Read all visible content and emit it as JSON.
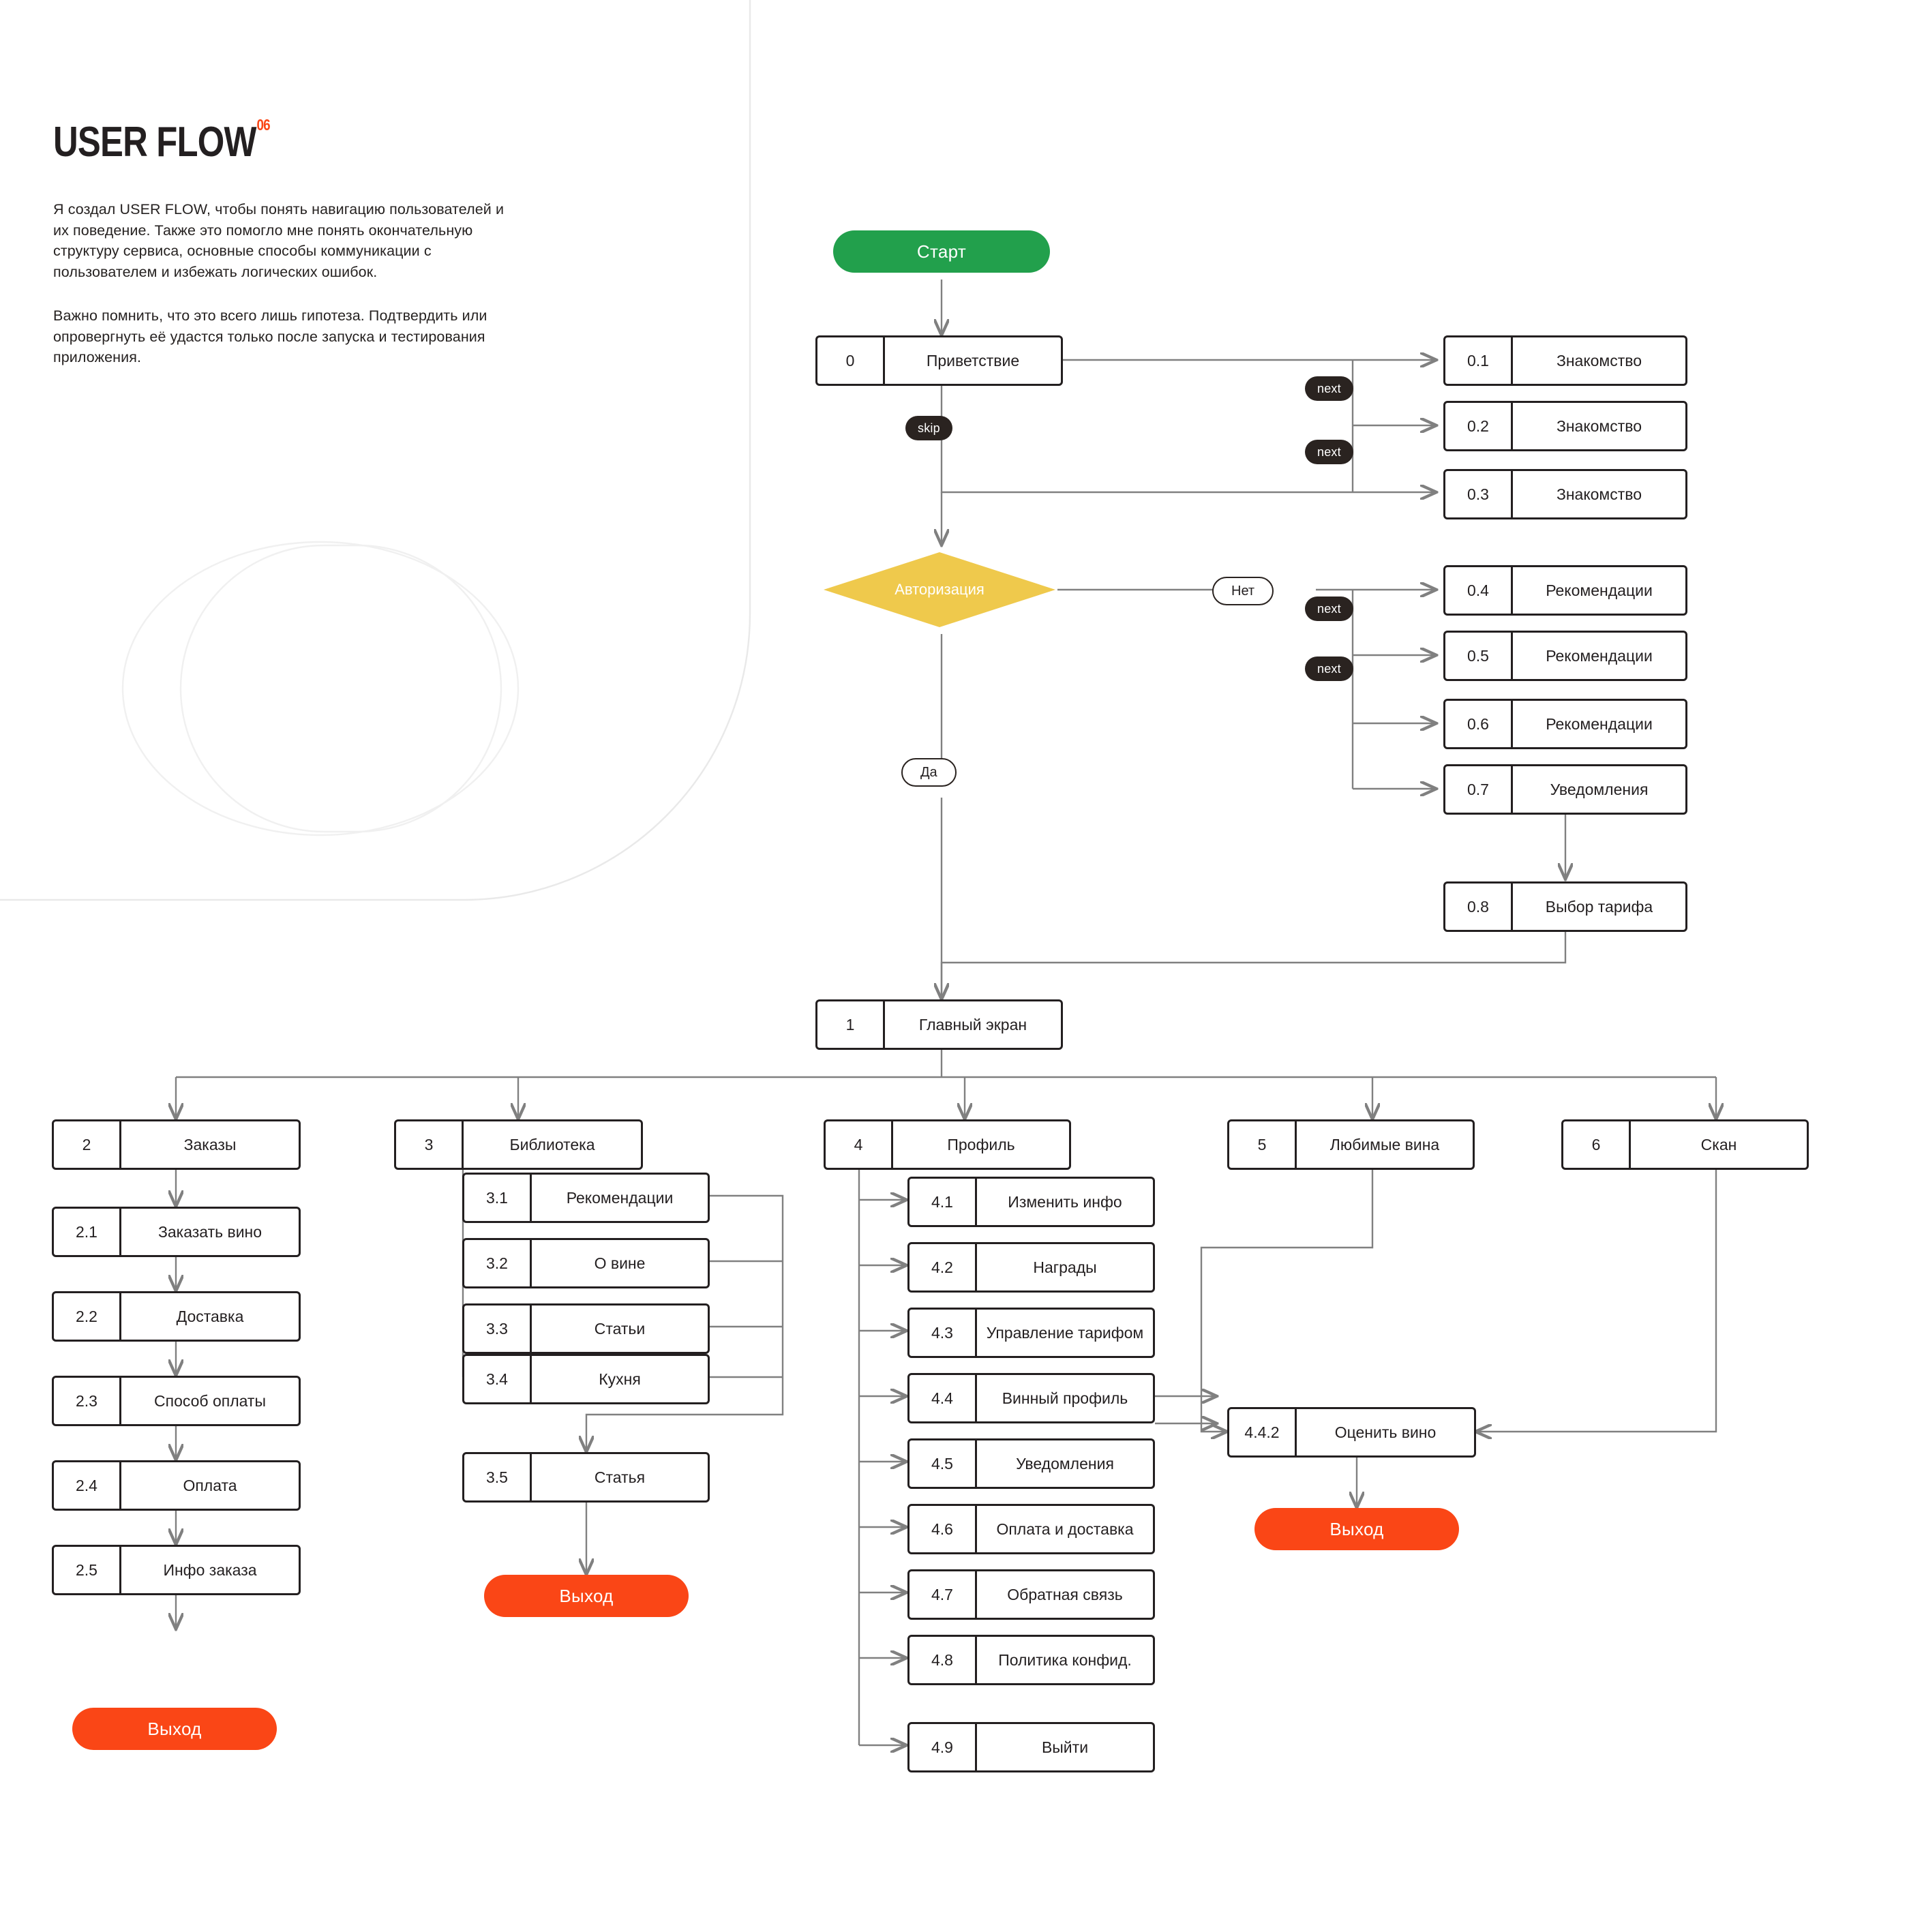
{
  "page": {
    "title": "USER FLOW",
    "title_sup": "06",
    "paragraphs": [
      "Я создал USER FLOW, чтобы понять навигацию пользователей и их поведение. Также это помогло мне понять окончательную структуру сервиса, основные способы коммуникации с пользователем и избежать логических ошибок.",
      "Важно помнить, что это всего лишь гипотеза. Подтвердить или опровергнуть её удастся только после запуска и тестирования приложения."
    ]
  },
  "colors": {
    "start_green": "#22a04c",
    "exit_orange": "#fa4616",
    "decision_yellow": "#efc94c",
    "badge_dark": "#2a2320",
    "ink": "#231f20",
    "connector": "#808080",
    "accent": "#fa4616"
  },
  "terminators": {
    "start": "Старт",
    "exit": "Выход"
  },
  "badges": {
    "skip": "skip",
    "next": "next"
  },
  "conditions": {
    "yes": "Да",
    "no": "Нет"
  },
  "decision": {
    "id": "",
    "label": "Авторизация"
  },
  "nodes": {
    "greeting": {
      "id": "0",
      "label": "Приветствие"
    },
    "onb1": {
      "id": "0.1",
      "label": "Знакомство"
    },
    "onb2": {
      "id": "0.2",
      "label": "Знакомство"
    },
    "onb3": {
      "id": "0.3",
      "label": "Знакомство"
    },
    "rec1": {
      "id": "0.4",
      "label": "Рекомендации"
    },
    "rec2": {
      "id": "0.5",
      "label": "Рекомендации"
    },
    "rec3": {
      "id": "0.6",
      "label": "Рекомендации"
    },
    "notif": {
      "id": "0.7",
      "label": "Уведомления"
    },
    "tariff": {
      "id": "0.8",
      "label": "Выбор тарифа"
    },
    "main": {
      "id": "1",
      "label": "Главный экран"
    },
    "orders": {
      "id": "2",
      "label": "Заказы"
    },
    "o1": {
      "id": "2.1",
      "label": "Заказать вино"
    },
    "o2": {
      "id": "2.2",
      "label": "Доставка"
    },
    "o3": {
      "id": "2.3",
      "label": "Способ оплаты"
    },
    "o4": {
      "id": "2.4",
      "label": "Оплата"
    },
    "o5": {
      "id": "2.5",
      "label": "Инфо заказа"
    },
    "library": {
      "id": "3",
      "label": "Библиотека"
    },
    "l1": {
      "id": "3.1",
      "label": "Рекомендации"
    },
    "l2": {
      "id": "3.2",
      "label": "О вине"
    },
    "l3": {
      "id": "3.3",
      "label": "Статьи"
    },
    "l4": {
      "id": "3.4",
      "label": "Кухня"
    },
    "l5": {
      "id": "3.5",
      "label": "Статья"
    },
    "profile": {
      "id": "4",
      "label": "Профиль"
    },
    "p1": {
      "id": "4.1",
      "label": "Изменить инфо"
    },
    "p2": {
      "id": "4.2",
      "label": "Награды"
    },
    "p3": {
      "id": "4.3",
      "label": "Управление тарифом"
    },
    "p4": {
      "id": "4.4",
      "label": "Винный профиль"
    },
    "p5": {
      "id": "4.5",
      "label": "Уведомления"
    },
    "p6": {
      "id": "4.6",
      "label": "Оплата и доставка"
    },
    "p7": {
      "id": "4.7",
      "label": "Обратная связь"
    },
    "p8": {
      "id": "4.8",
      "label": "Политика конфид."
    },
    "p9": {
      "id": "4.9",
      "label": "Выйти"
    },
    "favorites": {
      "id": "5",
      "label": "Любимые вина"
    },
    "scan": {
      "id": "6",
      "label": "Скан"
    },
    "rate": {
      "id": "4.4.2",
      "label": "Оценить вино"
    }
  }
}
